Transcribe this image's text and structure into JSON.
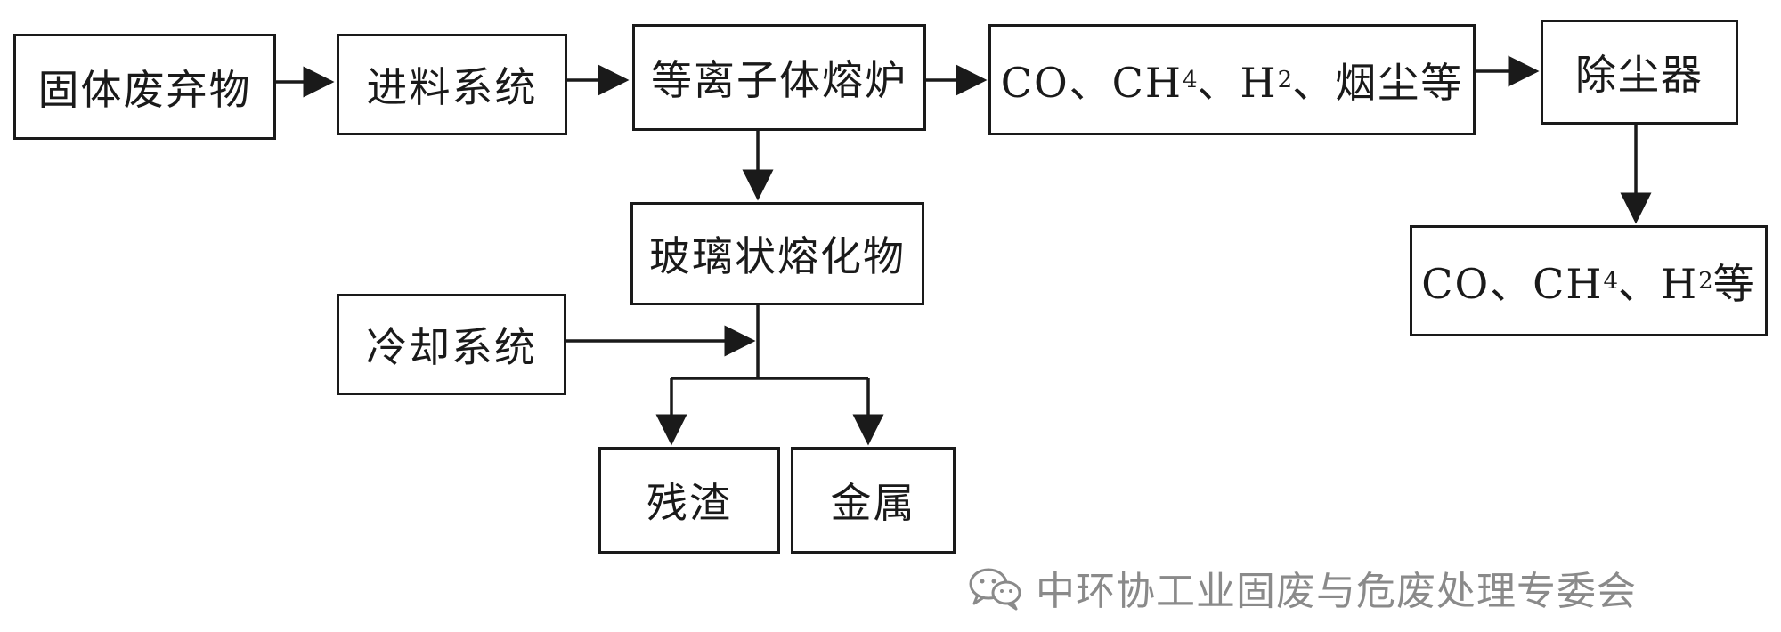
{
  "nodes": {
    "solid_waste": "固体废弃物",
    "feed_system": "进料系统",
    "plasma_furnace": "等离子体熔炉",
    "gas_products": "CO、CH4、H2、烟尘等",
    "dust_collector": "除尘器",
    "clean_gas": "CO、CH4、H2等",
    "glassy_melt": "玻璃状熔化物",
    "cooling_system": "冷却系统",
    "residue": "残渣",
    "metal": "金属"
  },
  "watermark": {
    "text": "中环协工业固废与危废处理专委会",
    "icon": "wechat-icon"
  },
  "colors": {
    "line": "#1a1a1a",
    "watermark": "#8a8a8a",
    "background": "#ffffff"
  }
}
